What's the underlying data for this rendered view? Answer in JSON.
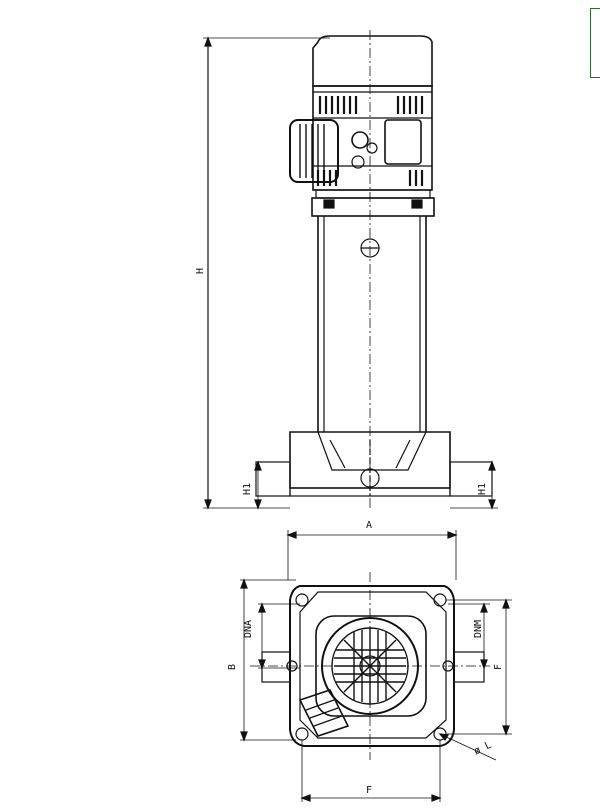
{
  "labels": {
    "height": "H",
    "h1_left": "H1",
    "h1_right": "H1",
    "width_a": "A",
    "width_b": "B",
    "dna": "DNA",
    "dnm": "DNM",
    "f_right": "F",
    "f_bottom": "F",
    "hole": "ø L"
  },
  "colors": {
    "line": "#111111",
    "frame": "#2f6b2f"
  }
}
